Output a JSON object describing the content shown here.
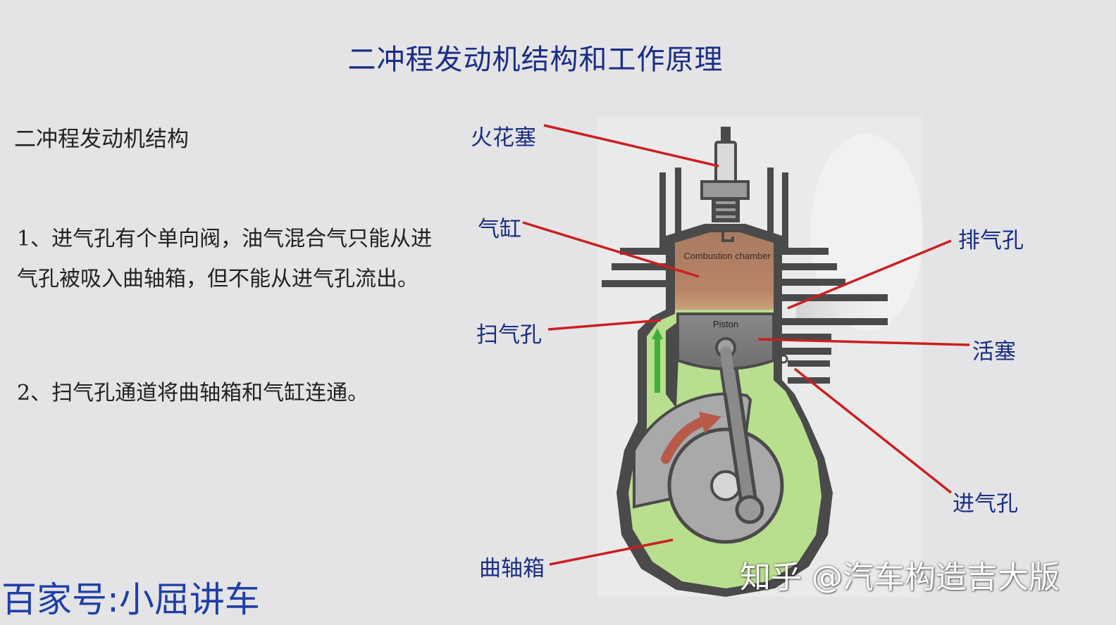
{
  "title": "二冲程发动机结构和工作原理",
  "subtitle": "二冲程发动机结构",
  "paragraphs": [
    "1、进气孔有个单向阀，油气混合气只能从进气孔被吸入曲轴箱，但不能从进气孔流出。",
    "2、扫气孔通道将曲轴箱和气缸连通。"
  ],
  "diagram": {
    "labels": {
      "spark_plug": "火花塞",
      "cylinder": "气缸",
      "scavenge_port": "扫气孔",
      "crankcase": "曲轴箱",
      "exhaust_port": "排气孔",
      "piston": "活塞",
      "intake_port": "进气孔"
    },
    "inner_text": {
      "combustion_chamber": "Combustion chamber",
      "piston": "Piston"
    },
    "colors": {
      "leader_line": "#cc1f1f",
      "engine_body": "#4a4a4a",
      "fuel_mixture": "#b8dd8c",
      "combustion": "#b07a5c",
      "rotation_arrow": "#b85a4a"
    }
  },
  "brand": "百家号:小屈讲车",
  "watermark": "知乎 @汽车构造吉大版"
}
